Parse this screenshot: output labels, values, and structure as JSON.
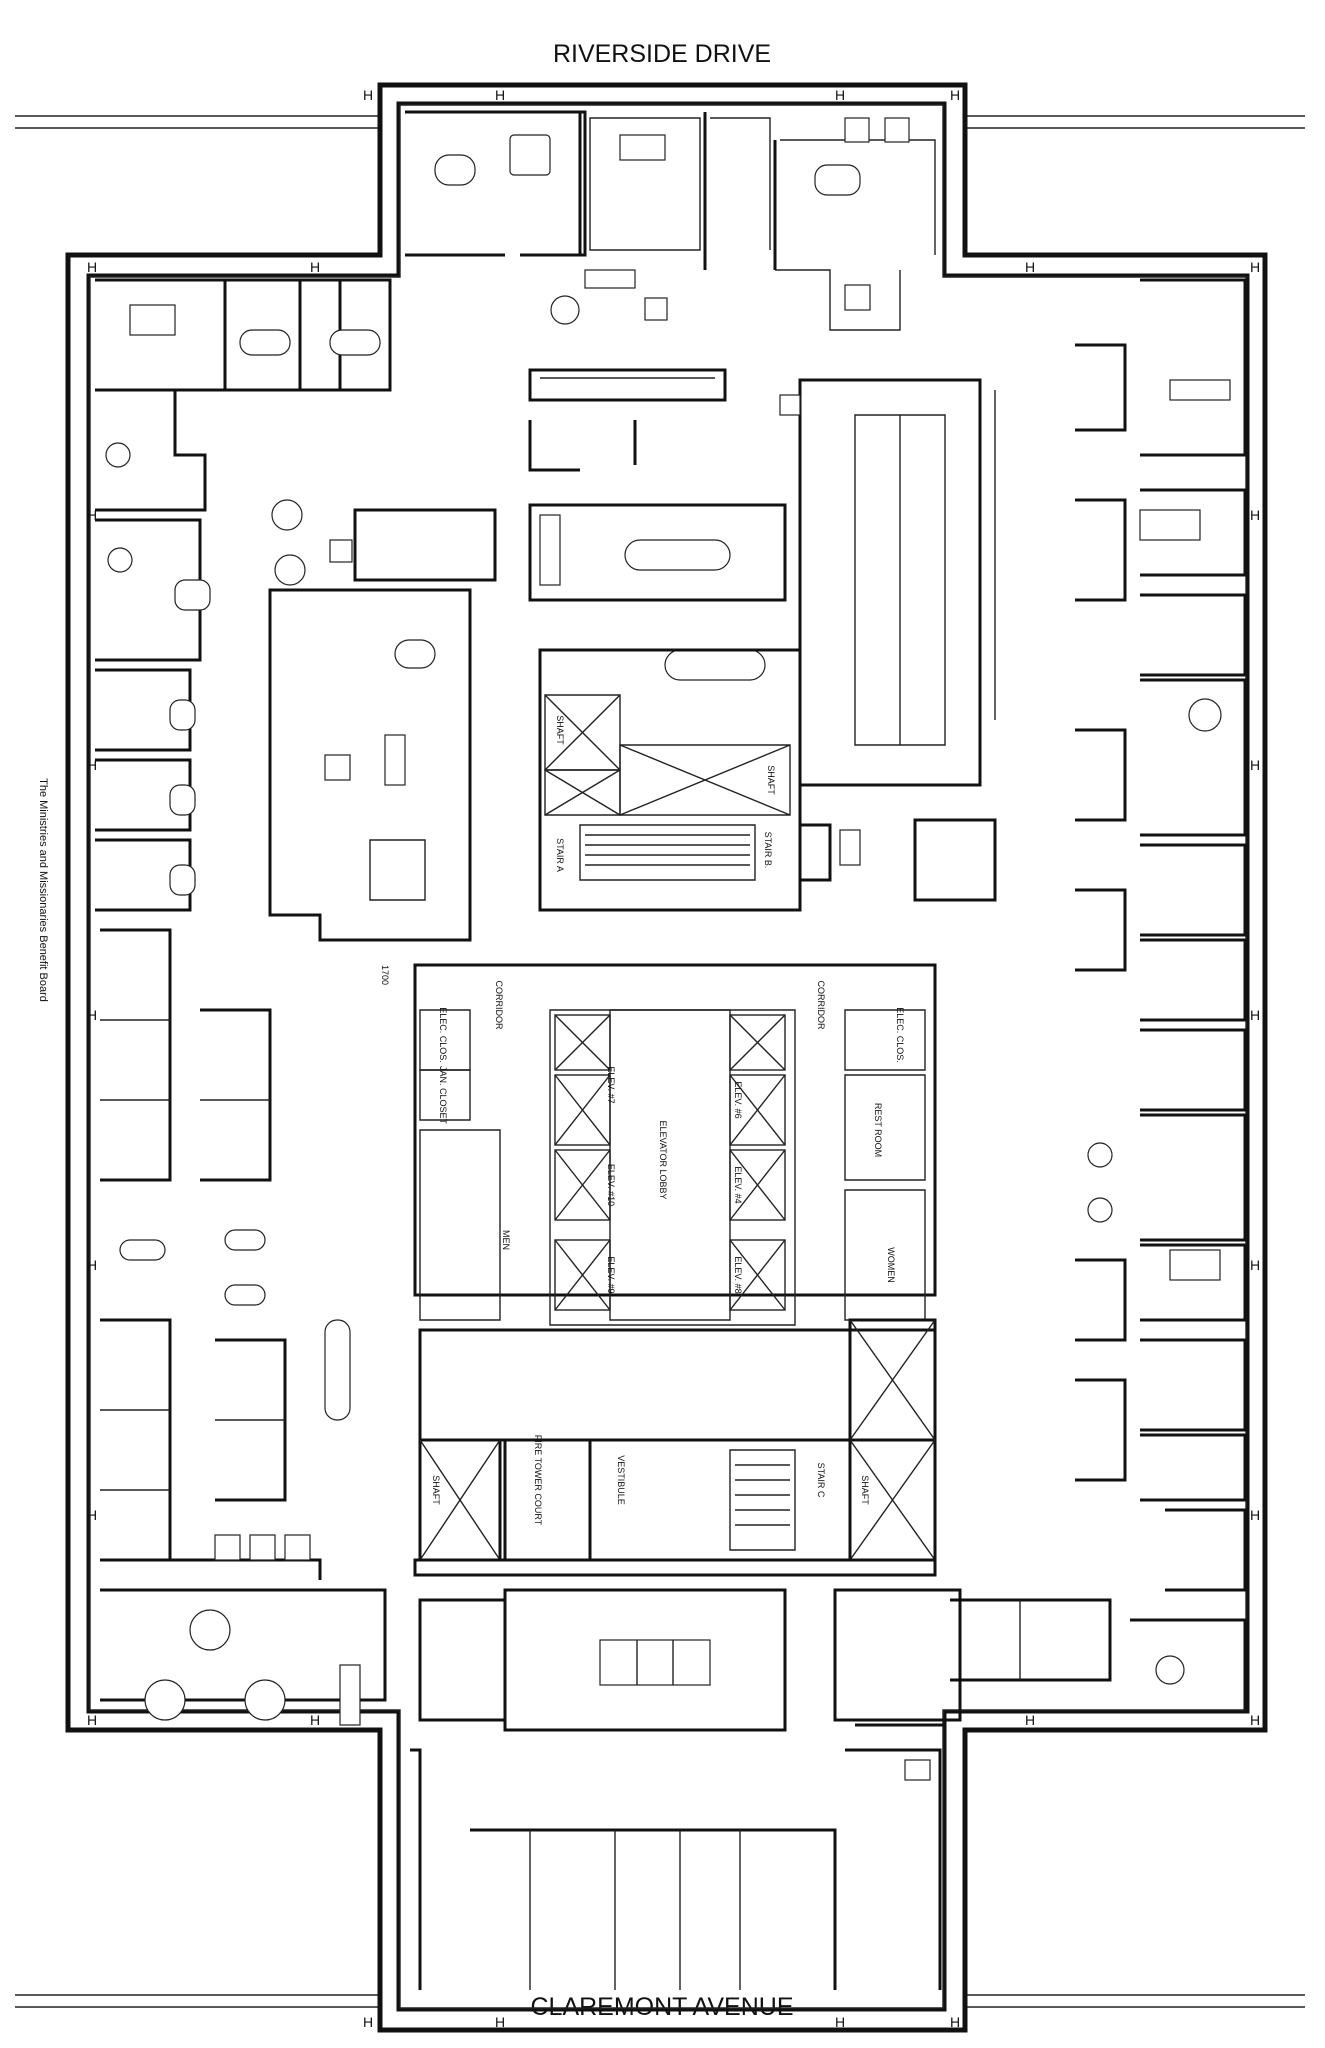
{
  "streets": {
    "top": "RIVERSIDE DRIVE",
    "bottom": "CLAREMONT AVENUE"
  },
  "side_label": "The Ministries and Missionaries Benefit Board",
  "labels": {
    "corridor_left": "CORRIDOR",
    "corridor_right": "CORRIDOR",
    "suite": "1700",
    "elevator_lobby": "ELEVATOR LOBBY",
    "shaft": "SHAFT",
    "stair_a": "STAIR A",
    "stair_b": "STAIR B.",
    "stair_c": "STAIR C",
    "elec_clos": "ELEC. CLOS.",
    "jan_closet": "JAN. CLOSET",
    "rest_room": "REST ROOM",
    "men": "MEN",
    "women": "WOMEN",
    "fire_tower_court": "FIRE TOWER COURT",
    "vestibule": "VESTIBULE",
    "elev_7": "ELEV. #7",
    "elev_6": "ELEV. #6",
    "elev_10": "ELEV. #10",
    "elev_4": "ELEV. #4",
    "elev_9": "ELEV. #9",
    "elev_8": "ELEV. #8",
    "heater": "H"
  }
}
